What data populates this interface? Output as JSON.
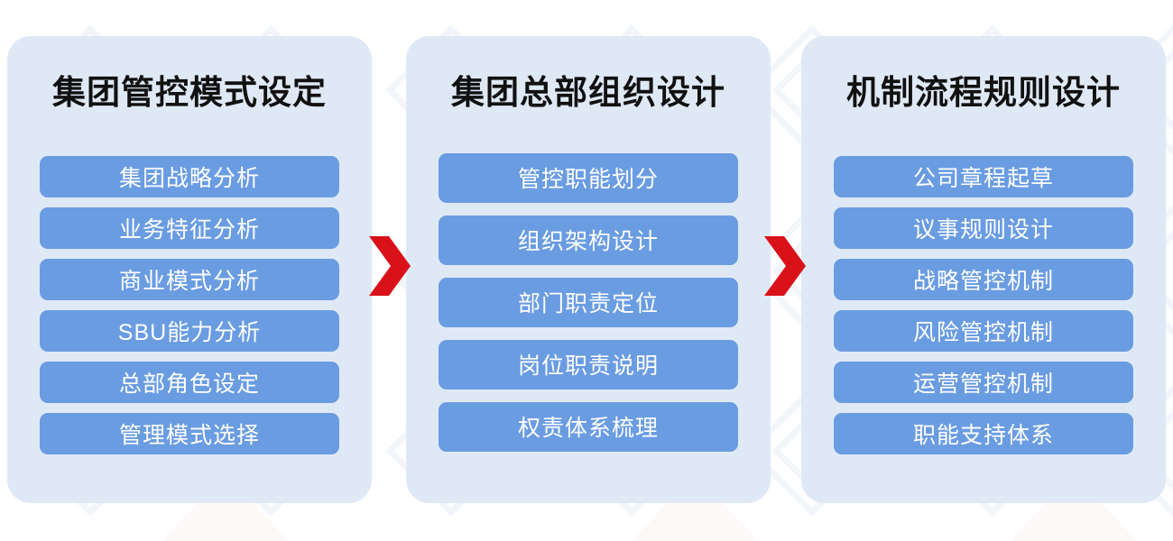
{
  "theme": {
    "panel_bg": "#dfe9f6",
    "chip_bg": "#6a9ce2",
    "chip_text": "#ffffff",
    "title_text": "#111111",
    "arrow_color": "#d9121a",
    "page_bg": "#ffffff"
  },
  "stages": [
    {
      "id": "stage-1",
      "title": "集团管控模式设定",
      "items": [
        "集团战略分析",
        "业务特征分析",
        "商业模式分析",
        "SBU能力分析",
        "总部角色设定",
        "管理模式选择"
      ]
    },
    {
      "id": "stage-2",
      "title": "集团总部组织设计",
      "items": [
        "管控职能划分",
        "组织架构设计",
        "部门职责定位",
        "岗位职责说明",
        "权责体系梳理"
      ]
    },
    {
      "id": "stage-3",
      "title": "机制流程规则设计",
      "items": [
        "公司章程起草",
        "议事规则设计",
        "战略管控机制",
        "风险管控机制",
        "运营管控机制",
        "职能支持体系"
      ]
    }
  ],
  "connectors": [
    {
      "id": "arrow-1",
      "icon": "chevron-right-icon"
    },
    {
      "id": "arrow-2",
      "icon": "chevron-right-icon"
    }
  ]
}
